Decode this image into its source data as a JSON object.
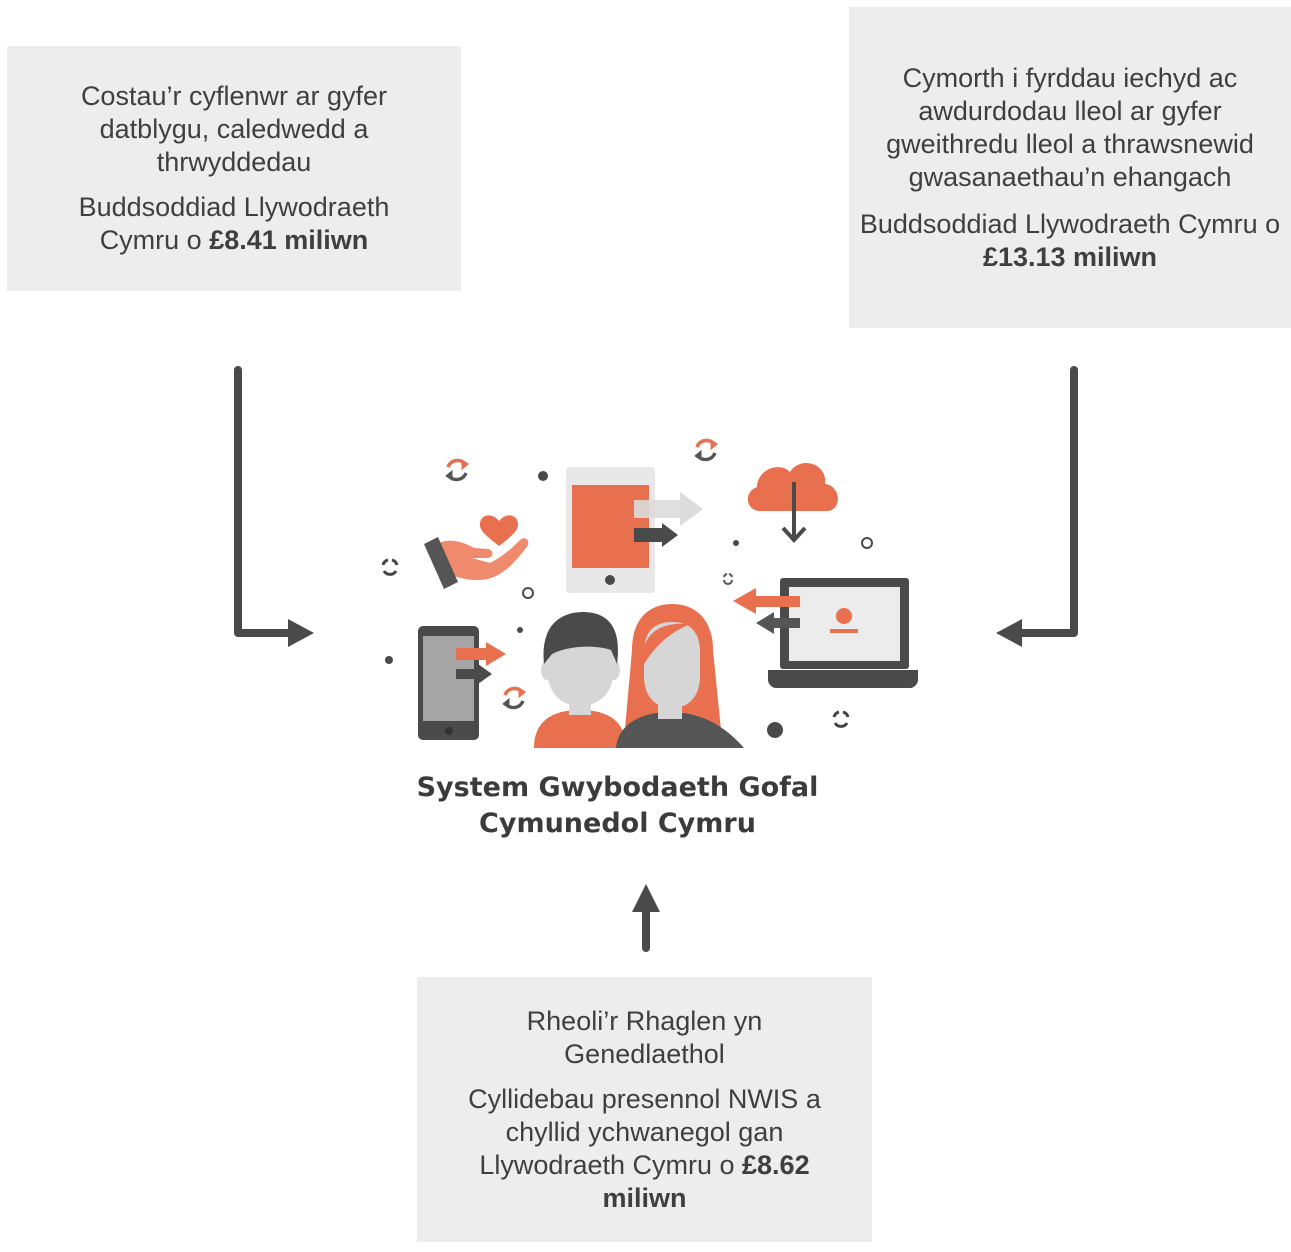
{
  "left_box": {
    "line1": "Costau’r cyflenwr ar gyfer datblygu, caledwedd a thrwyddedau",
    "line2_prefix": "Buddsoddiad Llywodraeth Cymru o ",
    "amount": "£8.41 miliwn"
  },
  "right_box": {
    "line1": "Cymorth i fyrddau iechyd ac awdurdodau lleol ar gyfer gweithredu lleol a thrawsnewid gwasanaethau’n ehangach",
    "line2_prefix": "Buddsoddiad Llywodraeth Cymru o ",
    "amount": "£13.13 miliwn"
  },
  "bottom_box": {
    "line1": "Rheoli’r Rhaglen yn Genedlaethol",
    "line2_prefix": "Cyllidebau presennol NWIS a chyllid ychwanegol gan Llywodraeth Cymru o ",
    "amount": "£8.62 miliwn"
  },
  "center": {
    "title_line1": "System Gwybodaeth Gofal",
    "title_line2": "Cymunedol Cymru"
  },
  "colors": {
    "box_bg": "#ededed",
    "accent": "#e8704f",
    "dark": "#4a4a4a",
    "grey": "#a5a5a5"
  },
  "icons": [
    "refresh-icon",
    "tablet-icon",
    "cloud-download-icon",
    "heart-hand-icon",
    "phone-icon",
    "laptop-icon",
    "people-icon"
  ]
}
